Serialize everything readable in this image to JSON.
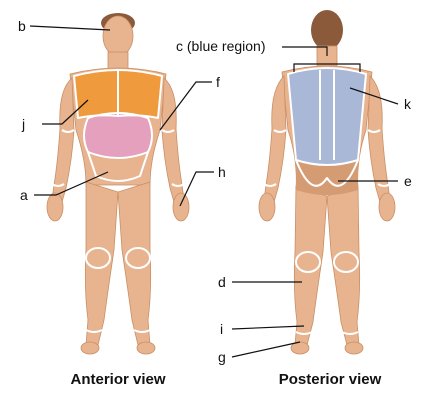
{
  "labels": {
    "b": "b",
    "c": "c (blue region)",
    "f": "f",
    "j": "j",
    "k": "k",
    "a": "a",
    "h": "h",
    "e": "e",
    "d": "d",
    "i": "i",
    "g": "g"
  },
  "captions": {
    "anterior": "Anterior view",
    "posterior": "Posterior view"
  },
  "colors": {
    "thoracic_region": "#f09a3e",
    "abdominal_region": "#e4a0bd",
    "back_region": "#a9b8d6",
    "skin": "#e7b48f",
    "outline": "#ffffff"
  }
}
